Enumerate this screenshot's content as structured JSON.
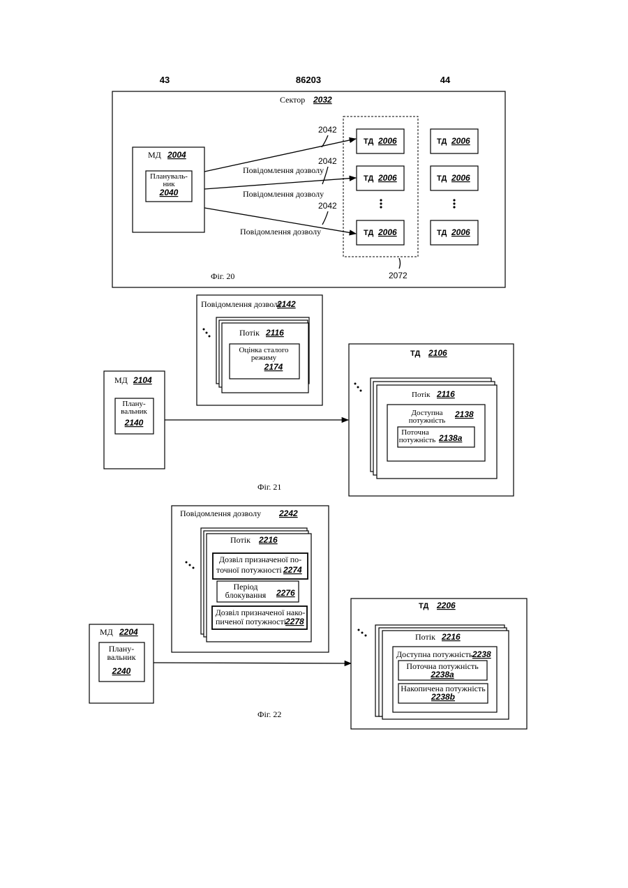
{
  "header": {
    "left": "43",
    "center": "86203",
    "right": "44"
  },
  "fig20": {
    "sector_label": "Сектор",
    "sector_ref": "2032",
    "md_label": "МД",
    "md_ref": "2004",
    "scheduler_line1": "Плануваль-",
    "scheduler_line2": "ник",
    "scheduler_ref": "2040",
    "td_label": "ТД",
    "td_ref": "2006",
    "arrow_ref": "2042",
    "grant_msg": "Повідомлення дозволу",
    "group_ref": "2072",
    "caption": "Фіг. 20"
  },
  "fig21": {
    "grant_label": "Повідомлення дозволу",
    "grant_ref": "2142",
    "flow_label": "Потік",
    "flow_ref": "2116",
    "estimate_line1": "Оцінка сталого",
    "estimate_line2": "режиму",
    "estimate_ref": "2174",
    "md_label": "МД",
    "md_ref": "2104",
    "scheduler_line1": "Плану-",
    "scheduler_line2": "вальник",
    "scheduler_ref": "2140",
    "td_label": "ТД",
    "td_ref": "2106",
    "td_flow_label": "Потік",
    "td_flow_ref": "2116",
    "avail_line1": "Доступна",
    "avail_line2": "потужність",
    "avail_ref": "2138",
    "current_line1": "Поточна",
    "current_line2": "потужність",
    "current_ref": "2138a",
    "caption": "Фіг. 21"
  },
  "fig22": {
    "grant_label": "Повідомлення дозволу",
    "grant_ref": "2242",
    "flow_label": "Потік",
    "flow_ref": "2216",
    "assigned_current_line1": "Дозвіл призначеної по-",
    "assigned_current_line2": "точної потужності",
    "assigned_current_ref": "2274",
    "block_line1": "Період",
    "block_line2": "блокування",
    "block_ref": "2276",
    "assigned_accum_line1": "Дозвіл призначеної нако-",
    "assigned_accum_line2": "пиченої потужності",
    "assigned_accum_ref": "2278",
    "md_label": "МД",
    "md_ref": "2204",
    "scheduler_line1": "Плану-",
    "scheduler_line2": "вальник",
    "scheduler_ref": "2240",
    "td_label": "ТД",
    "td_ref": "2206",
    "td_flow_label": "Потік",
    "td_flow_ref": "2216",
    "avail_label": "Доступна потужність",
    "avail_ref": "2238",
    "current_label": "Поточна потужність",
    "current_ref": "2238a",
    "accum_label": "Накопичена потужність",
    "accum_ref": "2238b",
    "caption": "Фіг. 22"
  }
}
